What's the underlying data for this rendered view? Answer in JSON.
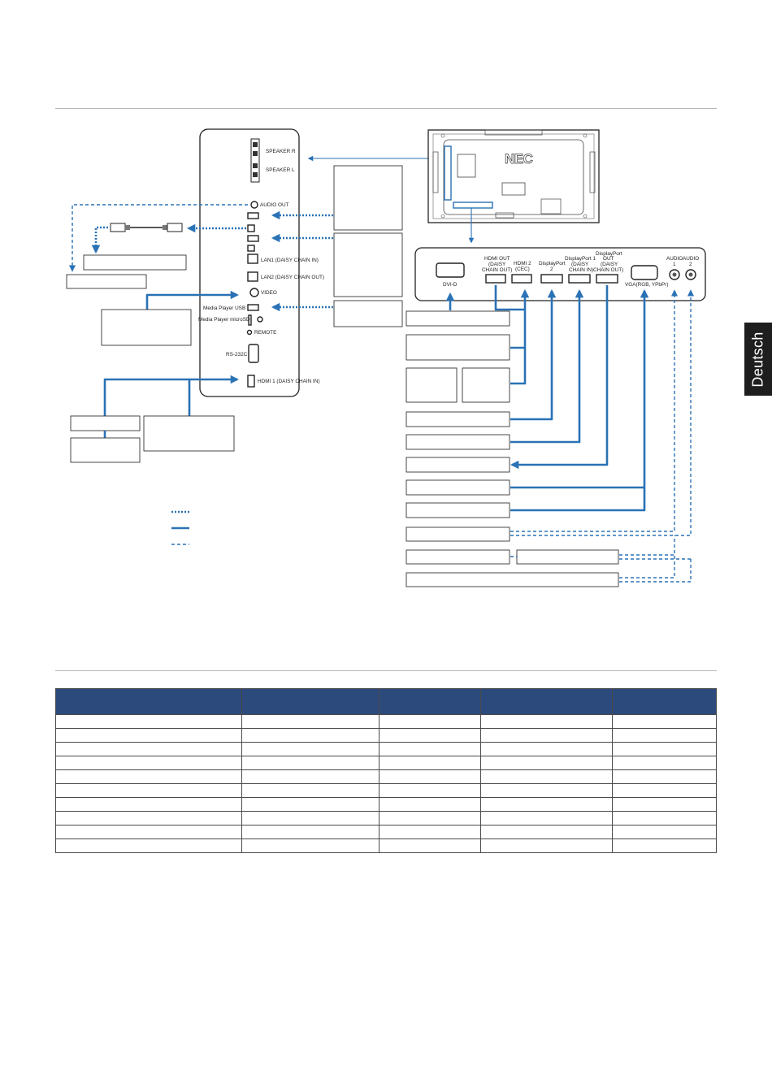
{
  "sidebar_tab": {
    "label": "Deutsch"
  },
  "panel_labels": {
    "speaker_r": "SPEAKER R",
    "speaker_l": "SPEAKER L",
    "audio_out": "AUDIO OUT",
    "lan1": "LAN1 (DAISY CHAIN IN)",
    "lan2": "LAN2 (DAISY CHAIN OUT)",
    "video": "VIDEO",
    "media_player_usb": "Media Player USB",
    "media_player_microsd": "Media Player microSD",
    "remote": "REMOTE",
    "rs232c": "RS-232C",
    "hdmi1": "HDMI 1 (DAISY CHAIN IN)"
  },
  "rear_labels": {
    "dvi": "DVI-D",
    "hdmi_out": [
      "HDMI OUT",
      "(DAISY",
      "CHAIN OUT)"
    ],
    "hdmi2": [
      "HDMI 2",
      "(CEC)"
    ],
    "dp2": [
      "DisplayPort",
      "2"
    ],
    "dp1": [
      "DisplayPort 1",
      "(DAISY",
      "CHAIN IN)"
    ],
    "dp_out": [
      "DisplayPort",
      "OUT",
      "(DAISY",
      "CHAIN OUT)"
    ],
    "vga": "VGA(RGB, YPbPr)",
    "audio1": [
      "AUDIO",
      "1"
    ],
    "audio2": [
      "AUDIO",
      "2"
    ]
  },
  "brand": {
    "logo": "NEC"
  },
  "colors": {
    "wire": "#2a72b5",
    "table_header": "#2d4a7c"
  },
  "legend": {
    "styles": [
      "dotted",
      "solid",
      "dashed"
    ]
  },
  "table": {
    "columns": 5,
    "rows": 10
  }
}
